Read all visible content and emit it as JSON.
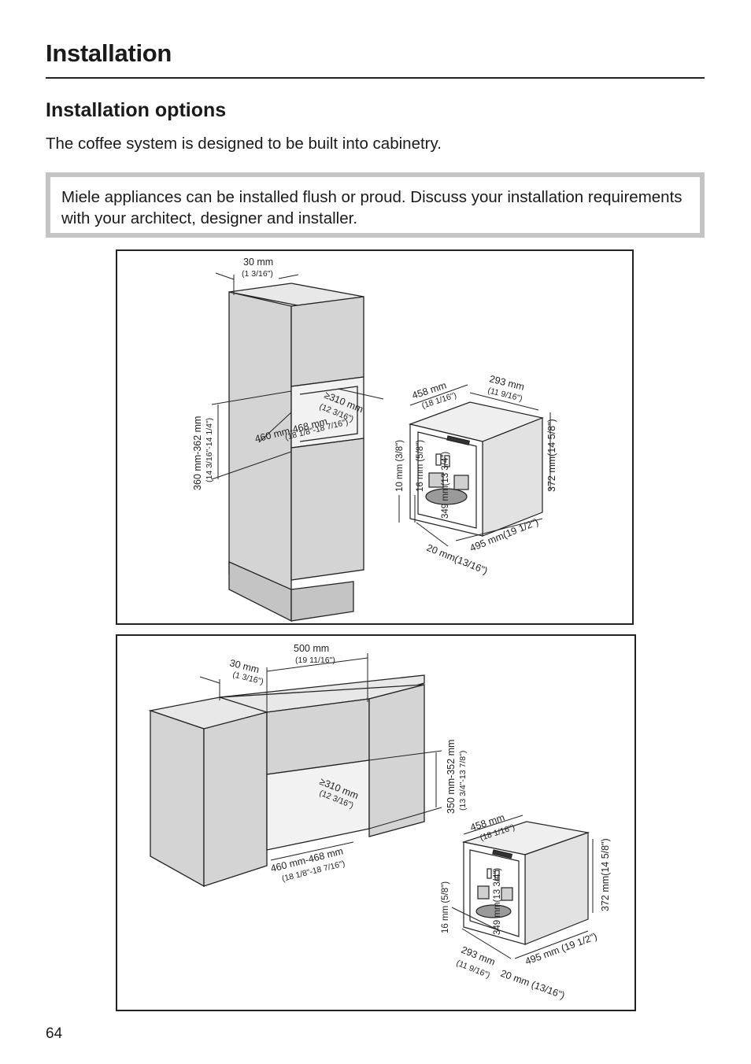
{
  "header": {
    "title": "Installation"
  },
  "section": {
    "title": "Installation options",
    "intro": "The coffee system is designed to be built into cabinetry.",
    "note": "Miele appliances can be installed flush or proud. Discuss your installation requirements with your architect, designer and installer."
  },
  "figure1": {
    "labels": {
      "top_gap_mm": "30 mm",
      "top_gap_in": "(1 3/16\")",
      "depth_mm": "≥310 mm",
      "depth_in": "(12 3/16\")",
      "width_mm": "460 mm-468 mm",
      "width_in": "(18 1/8\"-18 7/16\")",
      "height_mm": "360 mm-362 mm",
      "height_in": "(14 3/16\"-14 1/4\")",
      "app_width_mm": "458 mm",
      "app_width_in": "(18 1/16\")",
      "app_depth_mm": "293 mm",
      "app_depth_in": "(11 9/16\")",
      "app_height": "372 mm(14 5/8\")",
      "front_10": "10 mm (3/8\")",
      "front_16": "16 mm (5/8\")",
      "front_349": "349 mm(13 3/4\")",
      "full_depth": "495 mm(19 1/2\")",
      "front_20": "20 mm(13/16\")"
    }
  },
  "figure2": {
    "labels": {
      "top_width_mm": "500 mm",
      "top_width_in": "(19 11/16\")",
      "top_gap_mm": "30 mm",
      "top_gap_in": "(1 3/16\")",
      "depth_mm": "≥310 mm",
      "depth_in": "(12 3/16\")",
      "height_mm": "350 mm-352 mm",
      "height_in": "(13 3/4\"-13 7/8\")",
      "width_mm": "460 mm-468 mm",
      "width_in": "(18 1/8\"-18 7/16\")",
      "app_width_mm": "458 mm",
      "app_width_in": "(18 1/16\")",
      "app_height": "372 mm(14 5/8\")",
      "front_16": "16 mm (5/8\")",
      "front_349": "349 mm(13 3/4\")",
      "app_depth": "293 mm",
      "app_depth_in": "(11 9/16\")",
      "full_depth": "495 mm (19 1/2\")",
      "front_20": "20 mm (13/16\")"
    }
  },
  "footer": {
    "page_number": "64"
  }
}
